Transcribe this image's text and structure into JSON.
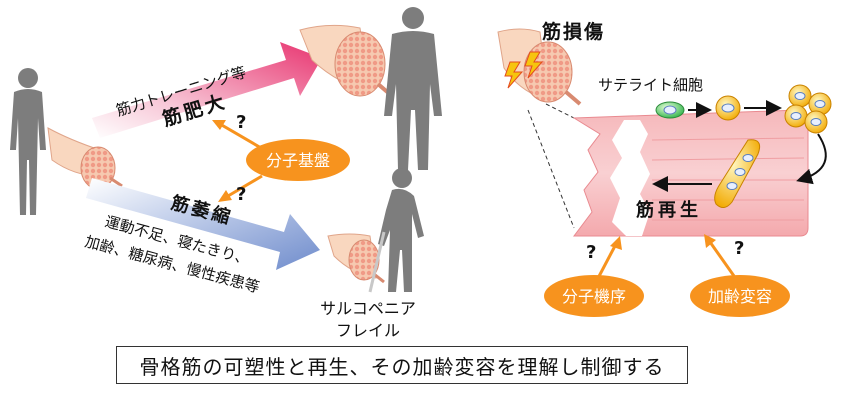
{
  "left": {
    "hypertrophy_cause": "筋力トレーニング等",
    "hypertrophy": "筋肥大",
    "atrophy": "筋萎縮",
    "atrophy_cause_1": "運動不足、寝たきり、",
    "atrophy_cause_2": "加齢、糖尿病、慢性疾患等",
    "molecular_basis": "分子基盤",
    "question_mark": "?",
    "sarcopenia": "サルコペニア",
    "frailty": "フレイル"
  },
  "right": {
    "injury": "筋損傷",
    "satellite_cell": "サテライト細胞",
    "regeneration": "筋再生",
    "molecular_mechanism": "分子機序",
    "aging_change": "加齢変容",
    "question_mark": "?"
  },
  "caption": "骨格筋の可塑性と再生、その加齢変容を理解し制御する",
  "colors": {
    "orange": "#f7931e",
    "pink": "#e8457a",
    "blue": "#7c98cf",
    "muscle": "#f3a7ab",
    "silhouette": "#7d7d7d"
  }
}
